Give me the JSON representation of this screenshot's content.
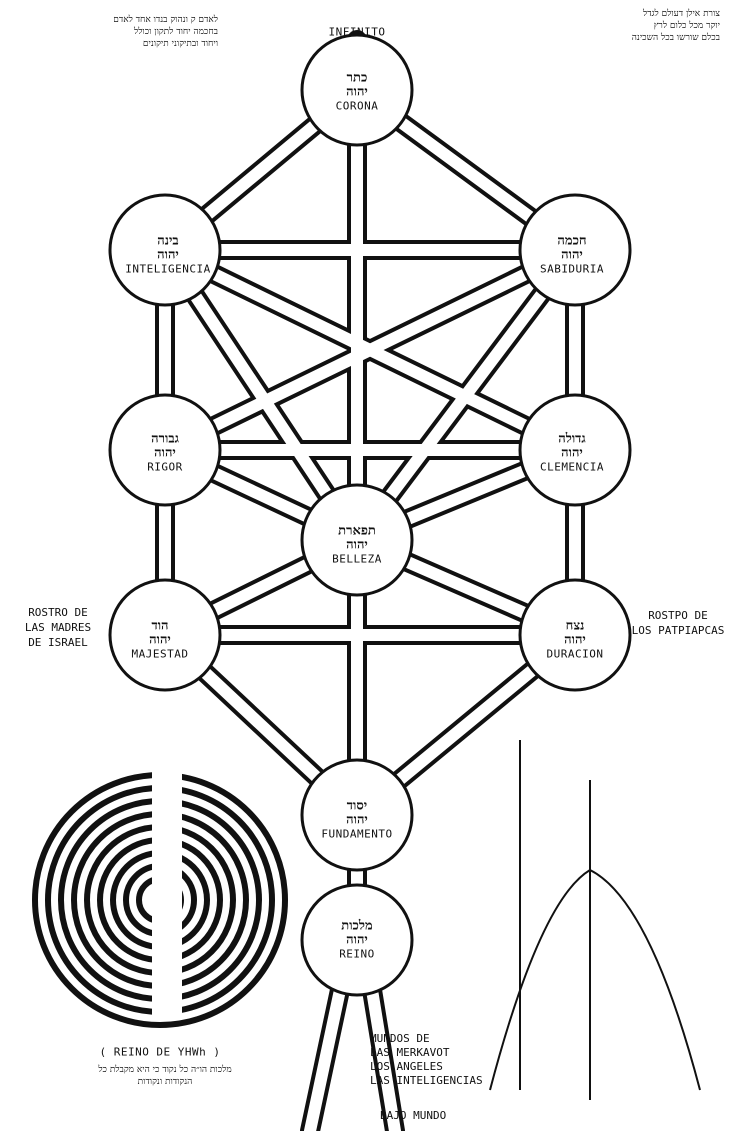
{
  "top_label": "INFINITO",
  "sefirot": [
    {
      "key": "keter",
      "hebrew": "כתר",
      "sub": "יהוה",
      "name": "CORONA"
    },
    {
      "key": "binah",
      "hebrew": "בינה",
      "sub": "יהוה",
      "name": "INTELIGENCIA"
    },
    {
      "key": "chokmah",
      "hebrew": "חכמה",
      "sub": "יהוה",
      "name": "SABIDURIA"
    },
    {
      "key": "gevurah",
      "hebrew": "גבורה",
      "sub": "יהוה",
      "name": "RIGOR"
    },
    {
      "key": "gedulah",
      "hebrew": "גדולה",
      "sub": "יהוה",
      "name": "CLEMENCIA"
    },
    {
      "key": "tiferet",
      "hebrew": "תפארת",
      "sub": "יהוה",
      "name": "BELLEZA"
    },
    {
      "key": "hod",
      "hebrew": "הוד",
      "sub": "יהוה",
      "name": "MAJESTAD"
    },
    {
      "key": "netzach",
      "hebrew": "נצח",
      "sub": "יהוה",
      "name": "DURACION"
    },
    {
      "key": "yesod",
      "hebrew": "יסוד",
      "sub": "יהוה",
      "name": "FUNDAMENTO"
    },
    {
      "key": "malkut",
      "hebrew": "מלכות",
      "sub": "יהוה",
      "name": "REINO"
    }
  ],
  "side_labels": {
    "left": "ROSTRO DE\nLAS MADRES\nDE ISRAEL",
    "right": "ROSTPO DE\nLOS PATPIAPCAS"
  },
  "reino_caption": "( REINO DE YHWh )",
  "reino_hebrew_note": "מלכות הו״ה כל נקוד כי היא מקבלת כל\nהנקודות ונקודות",
  "worlds": "MUNDOS DE\nLAS MERKAVOT\nLOS ANGELES\nLAS INTELIGENCIAS",
  "lower_world": "BAJO MUNDO",
  "top_left_note": "לאדם ק ונהוק בנדו אחד לאדם\nבחכמה יחוד לתקון וכולל\nויחוד ובתיקוני תיקונים",
  "top_right_note": "צורת אילן דעולם לגדל\nיוקר מכל כלום לרץ\nבכלם שורשו בכל השכינה"
}
